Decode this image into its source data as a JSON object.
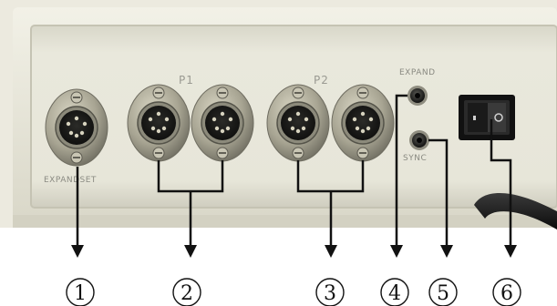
{
  "photo": {
    "colors": {
      "panel_face": "#e6e5d8",
      "panel_shadow": "#cfcdbd",
      "connector_metal": "#a8a593",
      "connector_dark": "#1c1c1a",
      "switch_body": "#1a1a1a",
      "switch_rocker": "#c8231b",
      "cable": "#202020",
      "arrow": "#111111"
    },
    "panel_labels": {
      "group_p1": "P1",
      "group_p2": "P2",
      "left_label": "EXPANDSET",
      "jack_top_label": "EXPAND",
      "jack_bottom_label": "SYNC"
    }
  },
  "callouts": [
    {
      "label": "1",
      "name": "callout-1"
    },
    {
      "label": "2",
      "name": "callout-2"
    },
    {
      "label": "3",
      "name": "callout-3"
    },
    {
      "label": "4",
      "name": "callout-4"
    },
    {
      "label": "5",
      "name": "callout-5"
    },
    {
      "label": "6",
      "name": "callout-6"
    }
  ]
}
